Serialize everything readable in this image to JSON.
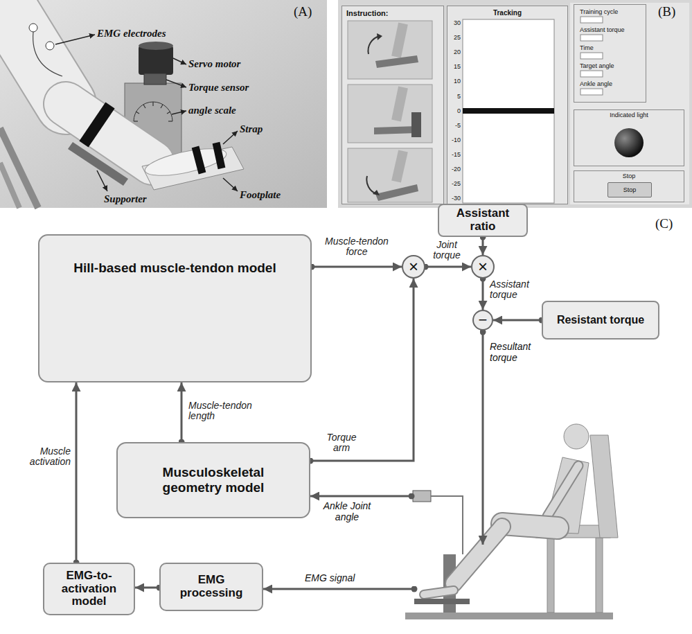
{
  "diagram": {
    "nodes": [
      {
        "text": [
          "Instruction:"
        ]
      },
      {
        "text": [
          "Tracking"
        ]
      },
      {
        "text": [
          "Training cycle",
          "Assistant torque",
          "Time",
          "Target angle",
          "Ankle angle"
        ]
      },
      {
        "text": [
          "Indicated light"
        ]
      },
      {
        "text": [
          "Stop"
        ]
      },
      {
        "text": [
          "Stop"
        ],
        "in": 4
      },
      {
        "text": [
          "Hill-based muscle-tendon model"
        ]
      },
      {
        "text": [
          "Assistant ratio"
        ]
      },
      {
        "text": [
          "×"
        ]
      },
      {
        "text": [
          "×"
        ]
      },
      {
        "text": [
          "−"
        ]
      },
      {
        "text": [
          "Resistant torque"
        ]
      },
      {
        "text": [
          "Musculoskeletal geometry model"
        ]
      },
      {
        "text": [
          "EMG-to-activation model"
        ]
      },
      {
        "text": [
          "EMG processing"
        ]
      }
    ],
    "edges": [
      {
        "from": 6,
        "to": 8,
        "arrow": "to",
        "label": "Muscle-tendon force"
      },
      {
        "from": 8,
        "to": 9,
        "arrow": "to",
        "label": "Joint torque"
      },
      {
        "from": 7,
        "to": 9,
        "arrow": "to"
      },
      {
        "from": 9,
        "to": 10,
        "arrow": "to",
        "label": "Assistant torque"
      },
      {
        "from": 11,
        "to": 10,
        "arrow": "to"
      },
      {
        "from": 12,
        "to": 6,
        "arrow": "to",
        "label": "Muscle-tendon length"
      },
      {
        "from": 12,
        "to": 8,
        "arrow": "to",
        "label": "Torque arm"
      },
      {
        "from": 14,
        "to": 13,
        "arrow": "to"
      },
      {
        "from": 13,
        "to": 6,
        "arrow": "to",
        "label": "Muscle activation"
      }
    ],
    "labels": [
      "(A)",
      "EMG electrodes",
      "Servo motor",
      "Torque sensor",
      "angle scale",
      "Strap",
      "Supporter",
      "Footplate",
      "(B)",
      "30",
      "25",
      "20",
      "15",
      "10",
      "5",
      "0",
      "-5",
      "-10",
      "-15",
      "-20",
      "-25",
      "-30",
      "(C)",
      "Resultant torque",
      "Ankle Joint angle",
      "EMG signal"
    ]
  }
}
